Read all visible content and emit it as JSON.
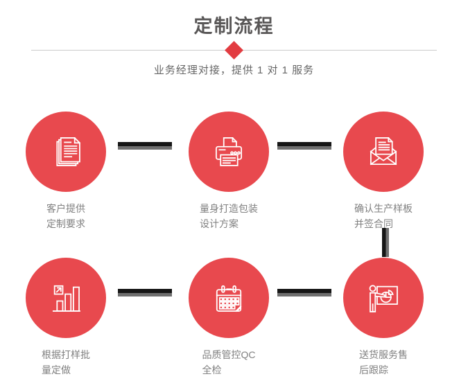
{
  "header": {
    "title": "定制流程",
    "subtitle": "业务经理对接，提供 1 对 1 服务"
  },
  "colors": {
    "accent_red": "#e8494e",
    "diamond_red": "#e23c41",
    "title_gray": "#595757",
    "subtitle_gray": "#666666",
    "label_gray": "#808080",
    "divider_gray": "#cccccc",
    "connector_dark": "#161616",
    "connector_gray": "#6f6f6f"
  },
  "steps": [
    {
      "icon": "documents-icon",
      "line1": "客户提供",
      "line2": "定制要求"
    },
    {
      "icon": "printer-icon",
      "line1": "量身打造包装",
      "line2": "设计方案"
    },
    {
      "icon": "envelope-icon",
      "line1": "确认生产样板",
      "line2": "并签合同"
    },
    {
      "icon": "bar-chart-icon",
      "line1": "根据打样批",
      "line2": "量定做"
    },
    {
      "icon": "calendar-icon",
      "line1": "品质管控QC",
      "line2": "全检"
    },
    {
      "icon": "presentation-icon",
      "line1": "送货服务售",
      "line2": "后跟踪"
    }
  ]
}
